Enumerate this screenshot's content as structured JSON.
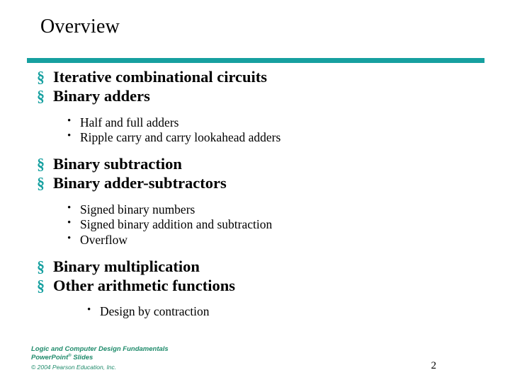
{
  "slide": {
    "title": "Overview",
    "accent_color": "#16A0A0",
    "page_number": "2",
    "bullets": [
      {
        "level": 1,
        "text": "Iterative combinational circuits",
        "marker": "§"
      },
      {
        "level": 1,
        "text": "Binary adders",
        "marker": "§"
      },
      {
        "level": 2,
        "text": "Half and full adders",
        "marker": "•"
      },
      {
        "level": 2,
        "text": "Ripple carry and carry lookahead adders",
        "marker": "•"
      },
      {
        "level": 1,
        "text": "Binary subtraction",
        "marker": "§"
      },
      {
        "level": 1,
        "text": "Binary adder-subtractors",
        "marker": "§"
      },
      {
        "level": 2,
        "text": "Signed binary numbers",
        "marker": "•"
      },
      {
        "level": 2,
        "text": "Signed binary addition and subtraction",
        "marker": "•"
      },
      {
        "level": 2,
        "text": "Overflow",
        "marker": "•"
      },
      {
        "level": 1,
        "text": "Binary multiplication",
        "marker": "§"
      },
      {
        "level": 1,
        "text": "Other arithmetic functions",
        "marker": "§"
      },
      {
        "level": 2,
        "text": "Design by contraction",
        "marker": "•"
      }
    ]
  },
  "footer": {
    "logo_line1": "Logic and Computer Design Fundamentals",
    "logo_line2": "PowerPoint",
    "logo_line2_sup": "®",
    "logo_line2_rest": " Slides",
    "logo_line3": "© 2004 Pearson Education, Inc.",
    "logo_color": "#1F8B6B"
  }
}
